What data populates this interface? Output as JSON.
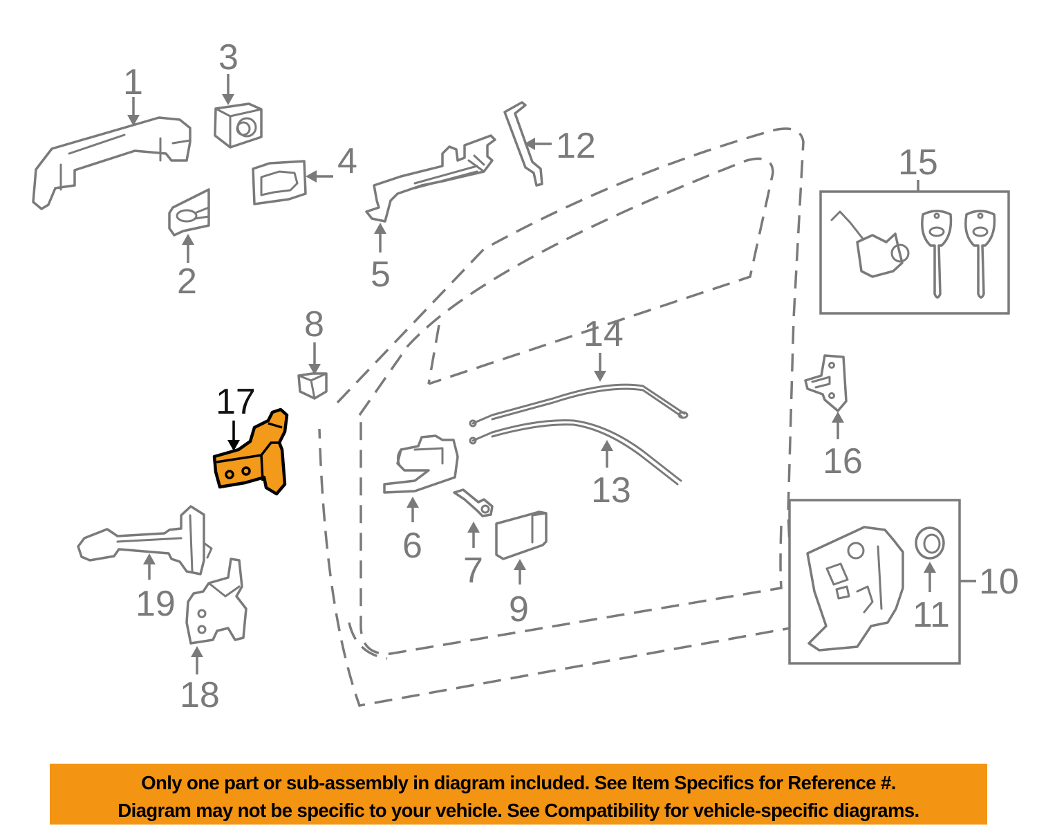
{
  "diagram": {
    "callouts": [
      {
        "number": "1",
        "part": "outside-handle"
      },
      {
        "number": "2",
        "part": "handle-cover"
      },
      {
        "number": "3",
        "part": "lock-cylinder-cap"
      },
      {
        "number": "4",
        "part": "handle-pad"
      },
      {
        "number": "5",
        "part": "handle-frame"
      },
      {
        "number": "6",
        "part": "inside-handle"
      },
      {
        "number": "7",
        "part": "bolt"
      },
      {
        "number": "8",
        "part": "bumper"
      },
      {
        "number": "9",
        "part": "module"
      },
      {
        "number": "10",
        "part": "lock-assembly"
      },
      {
        "number": "11",
        "part": "grommet"
      },
      {
        "number": "12",
        "part": "lock-rod"
      },
      {
        "number": "13",
        "part": "lock-cable"
      },
      {
        "number": "14",
        "part": "release-cable"
      },
      {
        "number": "15",
        "part": "cylinder-and-keys"
      },
      {
        "number": "16",
        "part": "striker"
      },
      {
        "number": "17",
        "part": "hinge-upper"
      },
      {
        "number": "18",
        "part": "hinge-lower"
      },
      {
        "number": "19",
        "part": "door-check"
      }
    ],
    "highlighted": "17",
    "colors": {
      "line": "#7a7a7a",
      "highlight_fill": "#f39a1a",
      "highlight_stroke": "#000000",
      "banner": "#f39412"
    }
  },
  "disclaimer": {
    "line1": "Only one part or sub-assembly in diagram included. See Item Specifics for Reference #.",
    "line2": "Diagram may not be specific to your vehicle. See Compatibility for vehicle-specific diagrams."
  }
}
